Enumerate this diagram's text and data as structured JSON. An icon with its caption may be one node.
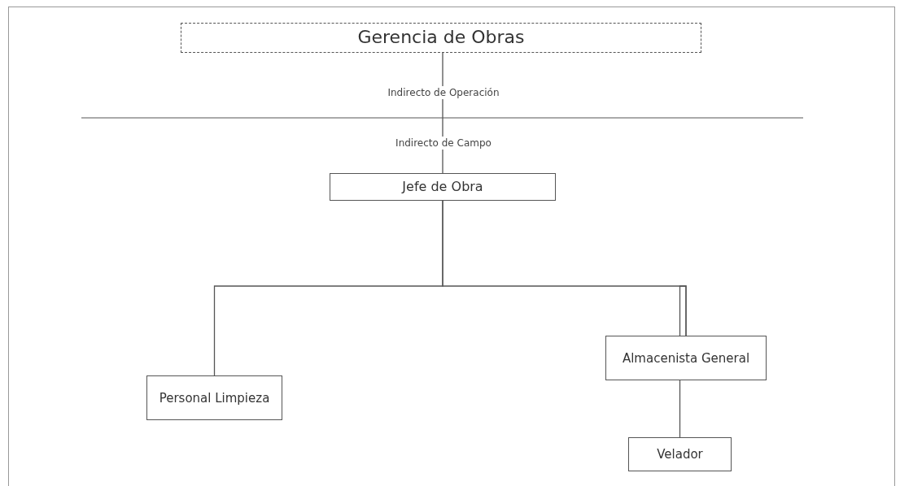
{
  "diagram": {
    "nodes": [
      {
        "text": [
          "Gerencia de Obras"
        ]
      },
      {
        "text": [
          "Jefe de Obra"
        ]
      },
      {
        "text": [
          "Personal Limpieza"
        ]
      },
      {
        "text": [
          "Almacenista General"
        ]
      },
      {
        "text": [
          "Velador"
        ]
      }
    ],
    "edges": [
      {
        "from": 0,
        "to": 1,
        "arrow": "none"
      },
      {
        "from": 1,
        "to": 2,
        "arrow": "none"
      },
      {
        "from": 1,
        "to": 3,
        "arrow": "none"
      },
      {
        "from": 3,
        "to": 4,
        "arrow": "none"
      }
    ],
    "labels": [
      "Indirecto de Operación",
      "Indirecto de Campo"
    ]
  }
}
